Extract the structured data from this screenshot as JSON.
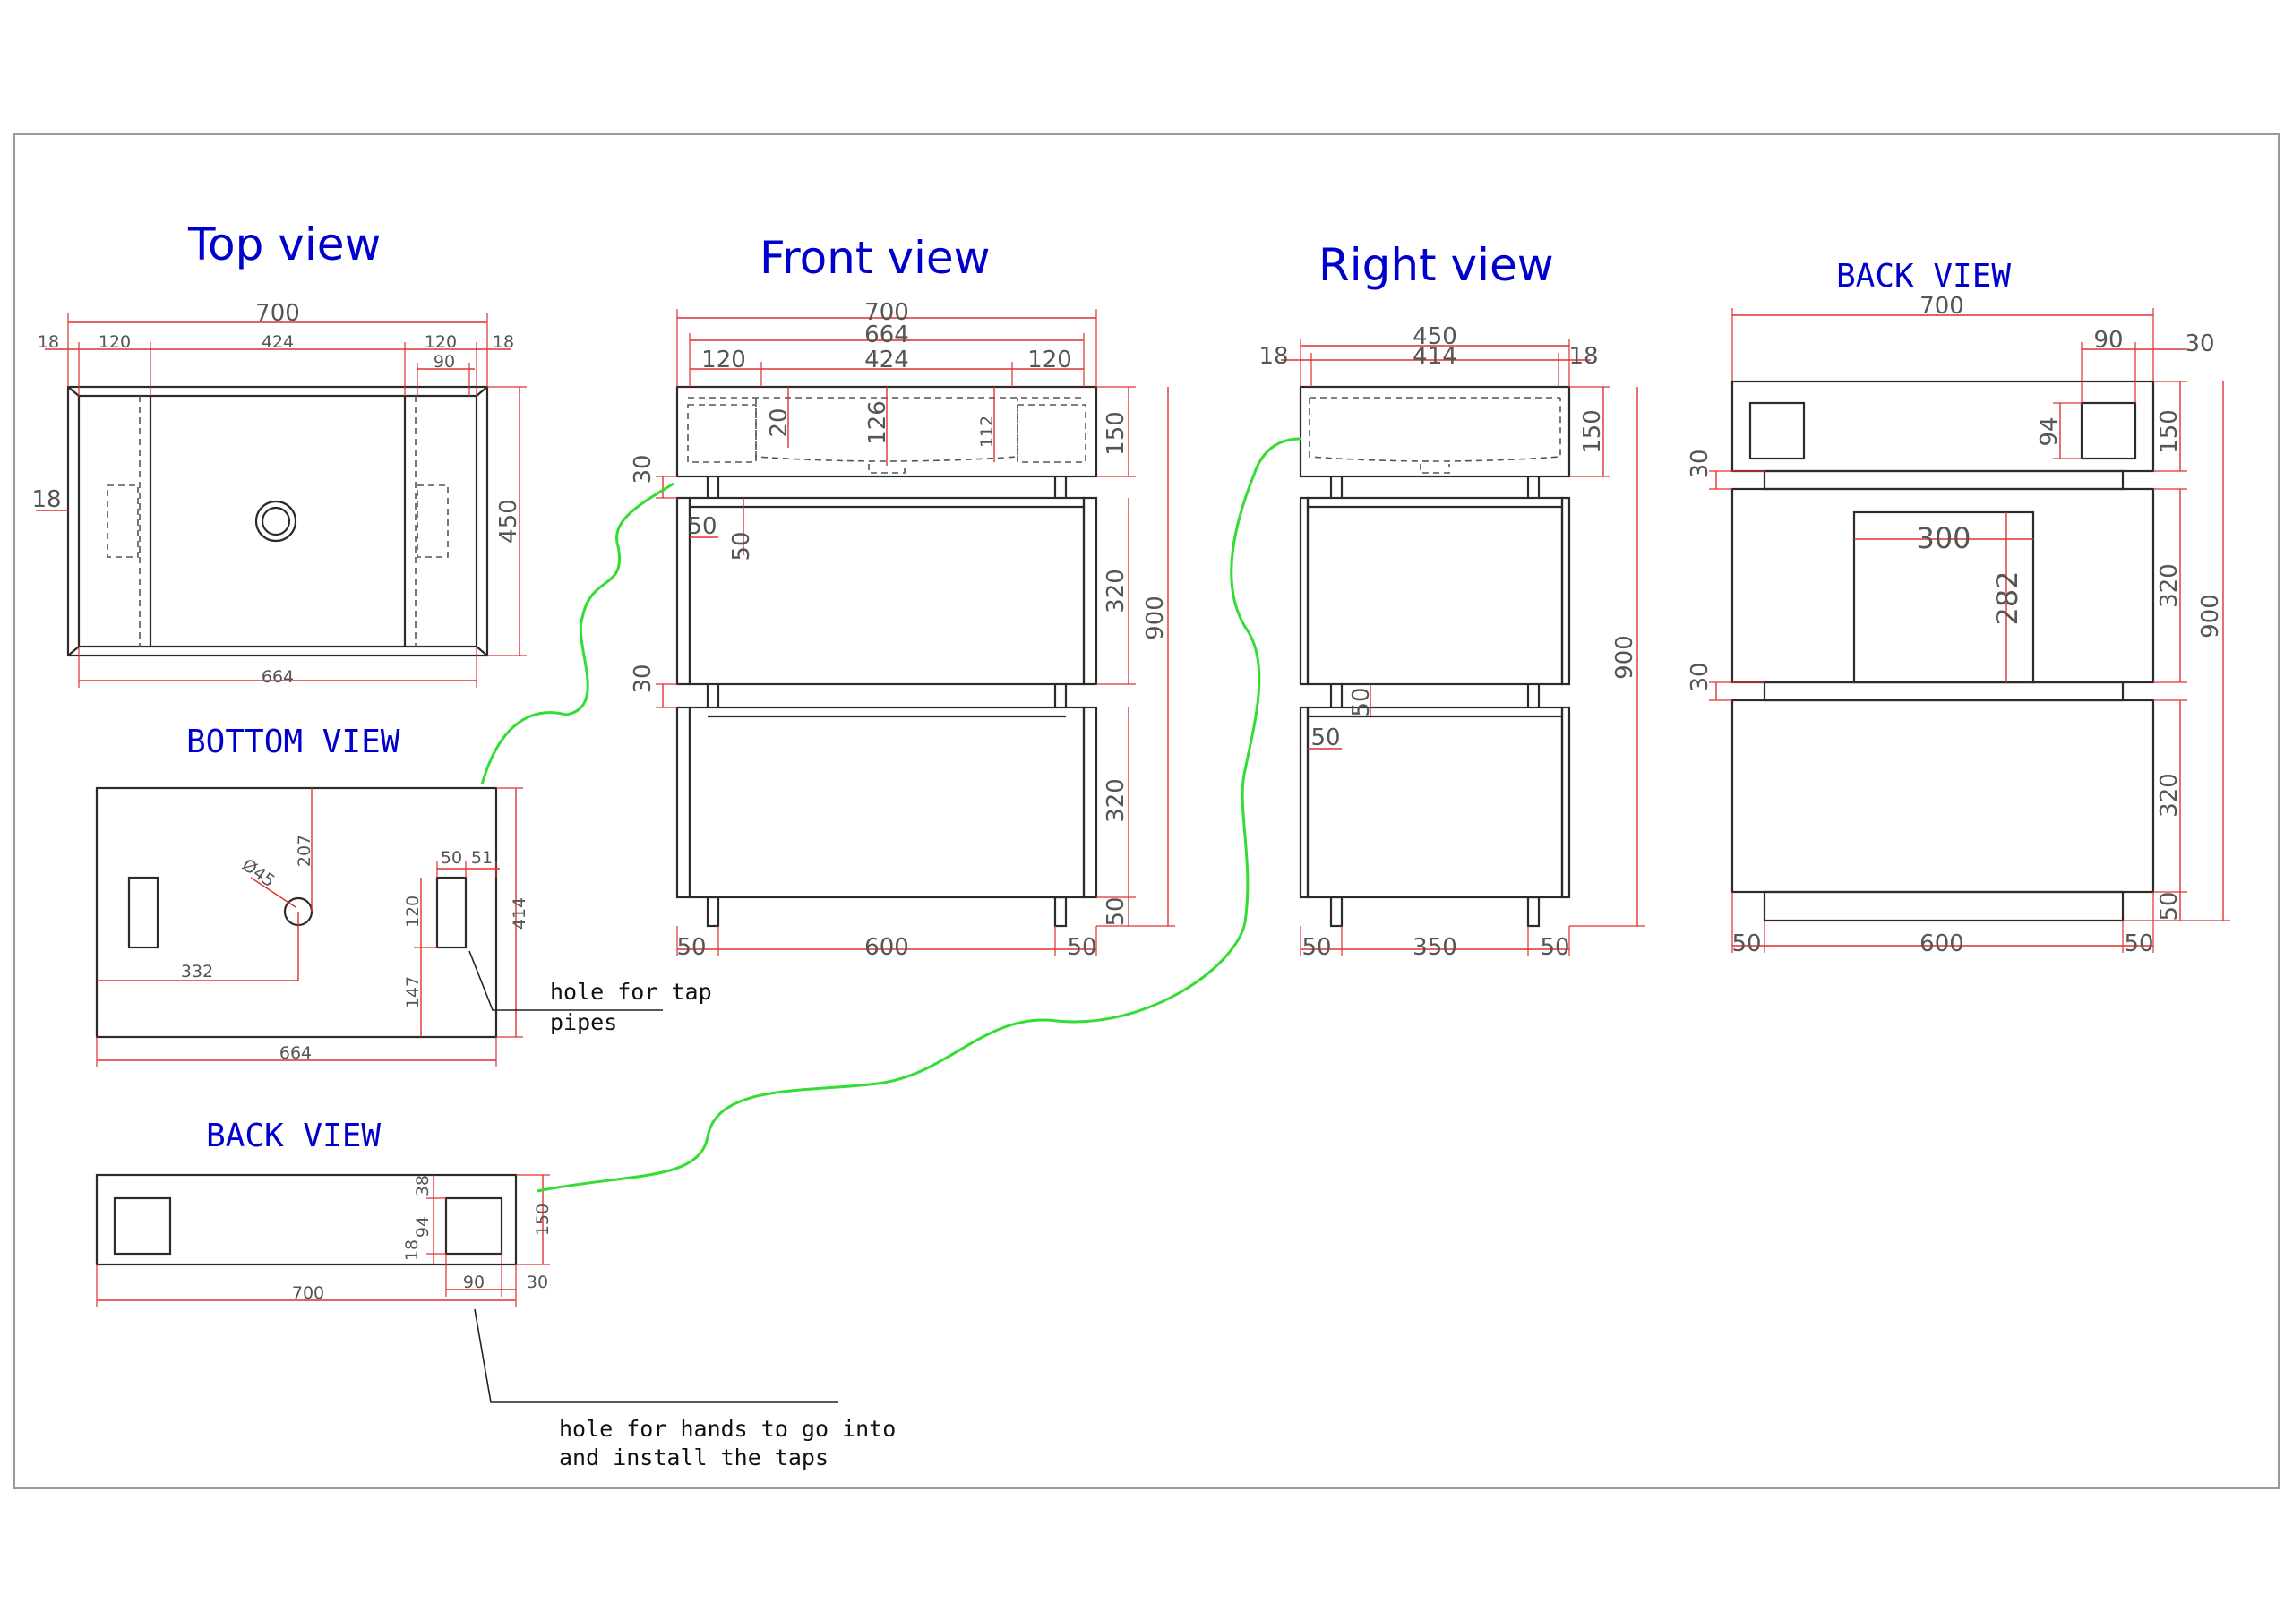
{
  "titles": {
    "top_view": "Top view",
    "front_view": "Front view",
    "right_view": "Right view",
    "back_view_right": "BACK VIEW",
    "bottom_view": "BOTTOM VIEW",
    "back_view_left": "BACK VIEW"
  },
  "notes": {
    "tap_pipes_line1": "hole for tap",
    "tap_pipes_line2": "pipes",
    "hands_line1": "hole for hands to go into",
    "hands_line2": "and install the taps"
  },
  "top_view_dims": {
    "overall_width": "700",
    "edge_left": "18",
    "left_section": "120",
    "middle_section": "424",
    "right_section": "120",
    "edge_right": "18",
    "tap_hole": "90",
    "depth": "450",
    "side_edge": "18",
    "inner_width": "664"
  },
  "bottom_view_dims": {
    "drain_offset_y": "207",
    "drain_diameter": "Ø45",
    "drain_offset_x": "332",
    "hole_w1": "50",
    "hole_w2": "51",
    "hole_height": "120",
    "hole_offset_y": "147",
    "depth": "414",
    "width": "664"
  },
  "back_view_left_dims": {
    "height": "150",
    "top_gap": "38",
    "hole": "94",
    "bottom_gap": "18",
    "width": "700",
    "hole_w": "90",
    "edge": "30"
  },
  "front_view_dims": {
    "overall_width": "700",
    "inner_width": "664",
    "left_section": "120",
    "middle_section": "424",
    "right_section": "120",
    "basin_depth_left": "20",
    "basin_depth_mid": "126",
    "basin_depth_right": "112",
    "top_height": "150",
    "gap1": "30",
    "leg_w": "50",
    "leg_h": "50",
    "drawer1": "320",
    "total_height": "900",
    "gap2": "30",
    "drawer2": "320",
    "plinth": "50",
    "foot_left": "50",
    "base_width": "600",
    "foot_right": "50"
  },
  "right_view_dims": {
    "overall_depth": "450",
    "inner_depth": "414",
    "edge_left": "18",
    "edge_right": "18",
    "top_height": "150",
    "total_height": "900",
    "leg_h": "50",
    "leg_w": "50",
    "foot_left": "50",
    "base_depth": "350",
    "foot_right": "50"
  },
  "back_view_right_dims": {
    "overall_width": "700",
    "hole_w": "90",
    "edge": "30",
    "hole_h": "94",
    "top_height": "150",
    "gap1": "30",
    "opening_w": "300",
    "opening_h": "282",
    "drawer1": "320",
    "total_height": "900",
    "gap2": "30",
    "drawer2": "320",
    "plinth": "50",
    "foot_left": "50",
    "base_width": "600",
    "foot_right": "50"
  }
}
